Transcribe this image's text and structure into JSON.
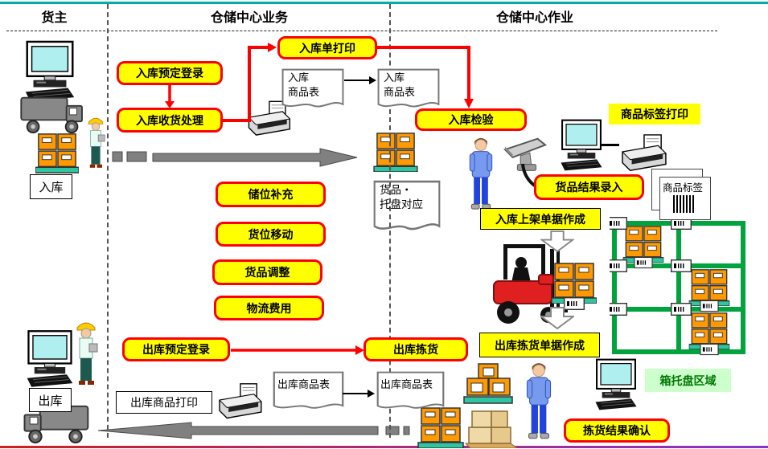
{
  "header": {
    "col1_title": "货主",
    "col2_title": "仓储中心业务",
    "col3_title": "仓储中心作业"
  },
  "flow": {
    "inbound_register": "入库预定登录",
    "inbound_receive": "入库收货处理",
    "inbound_slip_print": "入库单打印",
    "inbound_inspect": "入库检验",
    "goods_result_entry": "货品结果录入",
    "putaway_slip_create": "入库上架单据作成",
    "slot_replenish": "储位补充",
    "location_move": "货位移动",
    "goods_adjust": "货品调整",
    "logistics_fee": "物流费用",
    "outbound_register": "出库预定登录",
    "outbound_pick": "出库拣货",
    "pick_slip_create": "出库拣货单据作成",
    "pick_result_confirm": "拣货结果确认",
    "label_print": "商品标签打印",
    "box_pallet_area": "箱托盘区域",
    "outbound_goods_print": "出库商品打印"
  },
  "tags": {
    "inbound": "入库",
    "outbound": "出库"
  },
  "docs": {
    "inbound_list_line1": "入库",
    "inbound_list_line2": "商品表",
    "pallet_map_line1": "货品・",
    "pallet_map_line2": "托盘对应",
    "outbound_list": "出库商品表",
    "goods_label": "商品标签"
  },
  "colors": {
    "process_box_fill": "#FFFF00",
    "process_box_border": "#FF0000",
    "top_rule": "#00AFA0",
    "rack_green": "#00A33E",
    "carton_orange": "#FF9900",
    "pallet_teal": "#2FC5A0",
    "area_label_bg": "#CCFFCC",
    "area_label_text": "#007700",
    "flow_arrow_gray": "#808080"
  }
}
